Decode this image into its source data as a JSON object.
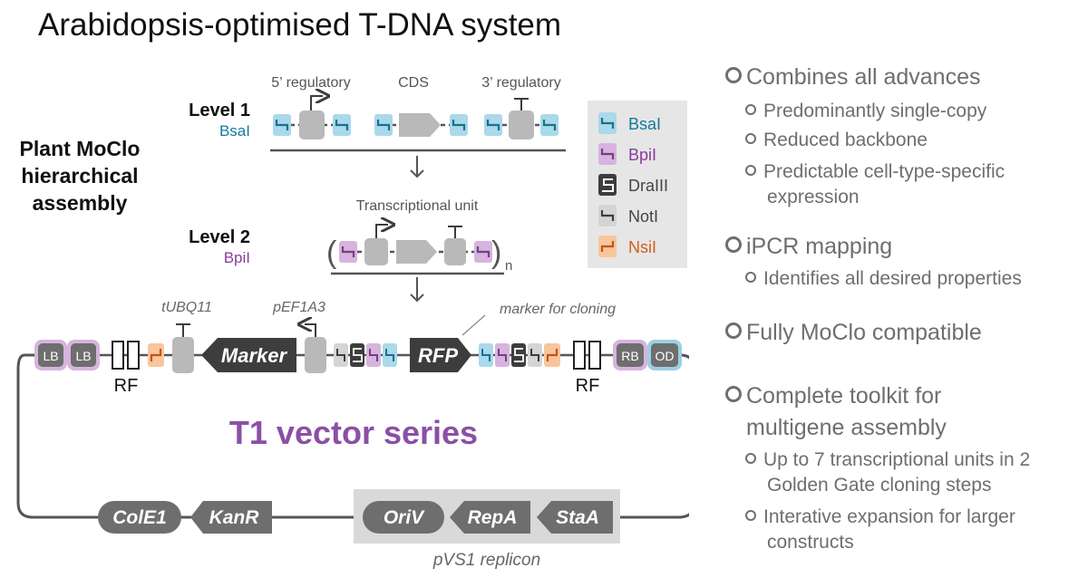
{
  "title": "Arabidopsis-optimised T-DNA system",
  "left_heading": [
    "Plant MoClo",
    "hierarchical",
    "assembly"
  ],
  "level1": {
    "label": "Level 1",
    "enzyme": "BsaI"
  },
  "level2": {
    "label": "Level 2",
    "enzyme": "BpiI"
  },
  "part_labels": {
    "regulatory_5": "5’ regulatory",
    "cds": "CDS",
    "regulatory_3": "3’ regulatory"
  },
  "tu_label": "Transcriptional unit",
  "subscript_n": "n",
  "legend": [
    {
      "name": "BsaI",
      "color": "#137a9e",
      "fill": "#a9d9ea",
      "stroke": "#1d6f8e"
    },
    {
      "name": "BpiI",
      "color": "#8b3c99",
      "fill": "#d6b4de",
      "stroke": "#7a3b87"
    },
    {
      "name": "DraIII",
      "color": "#444444",
      "fill": "#3d3d3d",
      "stroke": "#ffffff"
    },
    {
      "name": "NotI",
      "color": "#444444",
      "fill": "#d4d4d4",
      "stroke": "#3d3d3d"
    },
    {
      "name": "NsiI",
      "color": "#d25c1e",
      "fill": "#f7c69c",
      "stroke": "#c4521a"
    }
  ],
  "vector": {
    "title": "T1 vector series",
    "lb": "LB",
    "rb": "RB",
    "od": "OD",
    "rf": "RF",
    "terminator": "tUBQ11",
    "marker": "Marker",
    "promoter": "pEF1A3",
    "rfp": "RFP",
    "rfp_note": "marker for cloning",
    "backbone": [
      "ColE1",
      "KanR",
      "OriV",
      "RepA",
      "StaA"
    ],
    "replicon": "pVS1 replicon"
  },
  "bullets": [
    {
      "text": "Combines all advances",
      "sub": [
        "Predominantly single-copy",
        "Reduced backbone",
        "Predictable cell-type-specific expression"
      ]
    },
    {
      "text": "iPCR mapping",
      "sub": [
        "Identifies all desired properties"
      ]
    },
    {
      "text": "Fully MoClo compatible",
      "sub": []
    },
    {
      "text": "Complete toolkit for multigene assembly",
      "sub": [
        "Up to 7 transcriptional units in 2 Golden Gate cloning steps",
        "Interative expansion for larger constructs"
      ]
    }
  ],
  "colors": {
    "bsai": "#137a9e",
    "bpii": "#8b3c99",
    "vector_title": "#8b4fa6",
    "dark": "#3d3d3d",
    "grey": "#b9b9b9"
  }
}
